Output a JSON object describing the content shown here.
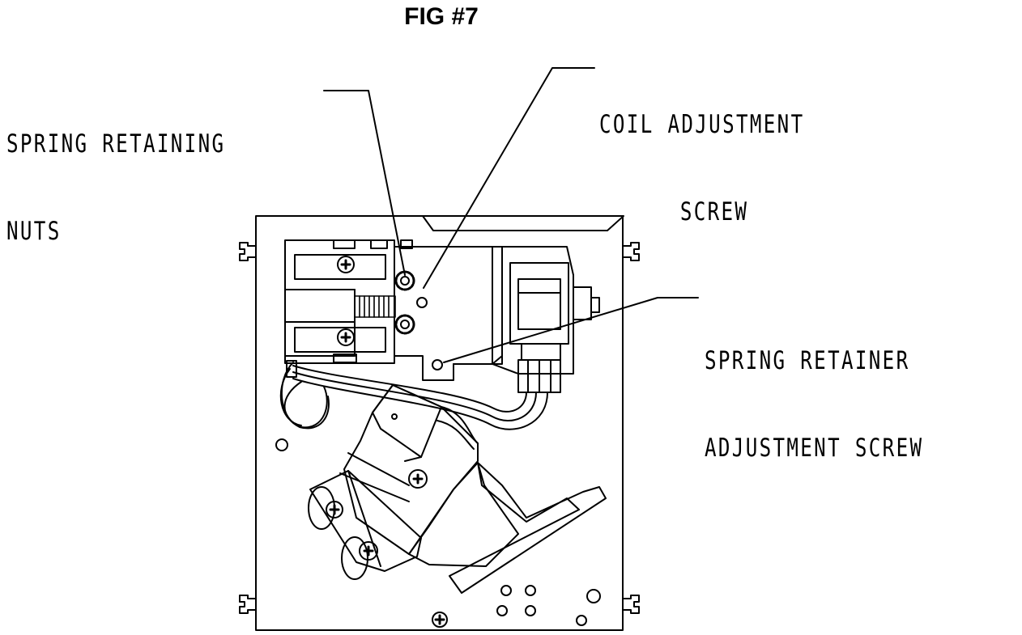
{
  "figure": {
    "title": "FIG #7"
  },
  "labels": {
    "spring_retaining_nuts": {
      "line1": "SPRING RETAINING",
      "line2": "NUTS"
    },
    "coil_adjustment_screw": {
      "line1": "COIL ADJUSTMENT",
      "line2": "SCREW"
    },
    "spring_retainer_adjustment_screw": {
      "line1": "SPRING RETAINER",
      "line2": "ADJUSTMENT SCREW"
    }
  }
}
